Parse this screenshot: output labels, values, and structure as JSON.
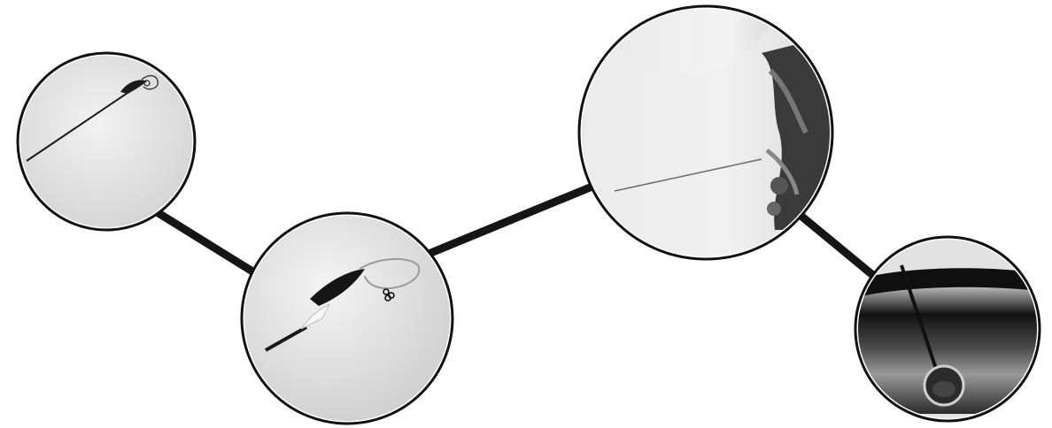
{
  "figure": {
    "panels": [
      {
        "id": "panel-1",
        "depicts": "needle-with-tip"
      },
      {
        "id": "panel-2",
        "depicts": "needle-tip-closeup"
      },
      {
        "id": "panel-3",
        "depicts": "needle-inserted-into-tissue"
      },
      {
        "id": "panel-4",
        "depicts": "needle-in-vessel-cross-section"
      }
    ],
    "connectors": [
      {
        "from": "panel-1",
        "to": "panel-2"
      },
      {
        "from": "panel-2",
        "to": "panel-3"
      },
      {
        "from": "panel-3",
        "to": "panel-4"
      }
    ],
    "colors": {
      "background": "#ffffff",
      "circle_stroke": "#111111",
      "circle_fill": "#e6e6e6",
      "connector": "#151515",
      "needle": "#1a1a1a",
      "tissue_dark": "#3a3a3a"
    }
  }
}
